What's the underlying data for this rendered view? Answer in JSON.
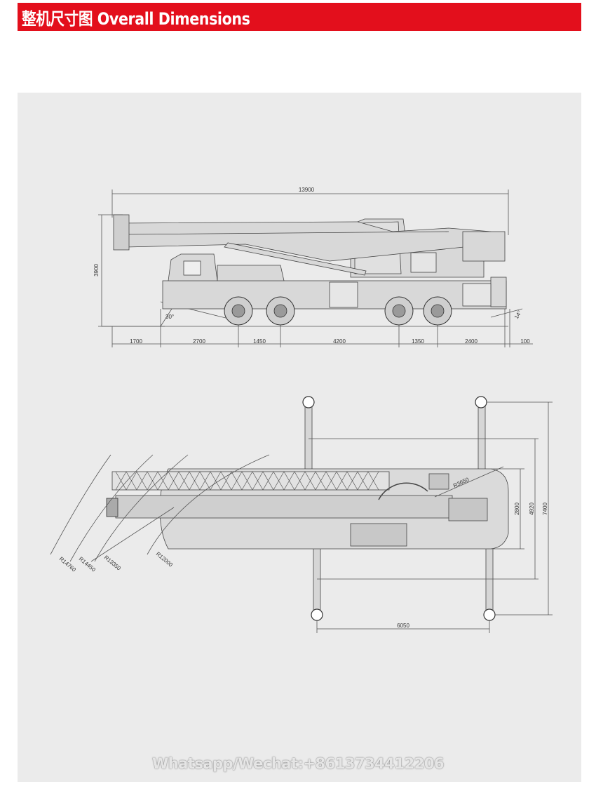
{
  "header": {
    "title": "整机尺寸图 Overall Dimensions",
    "background": "#e30f1c"
  },
  "side_view": {
    "overall_length": "13900",
    "overall_height": "3900",
    "approach_angle": "30°",
    "departure_angle": "14°",
    "segments": [
      "1700",
      "2700",
      "1450",
      "4200",
      "1350",
      "2400",
      "100"
    ]
  },
  "top_view": {
    "radii": [
      "R14760",
      "R14450",
      "R13350",
      "R12000"
    ],
    "tail_radius": "R3650",
    "widths": [
      "2800",
      "4920",
      "7400"
    ],
    "outrigger_span": "6050"
  },
  "watermark": "Whatsapp/Wechat:+8613734412206"
}
